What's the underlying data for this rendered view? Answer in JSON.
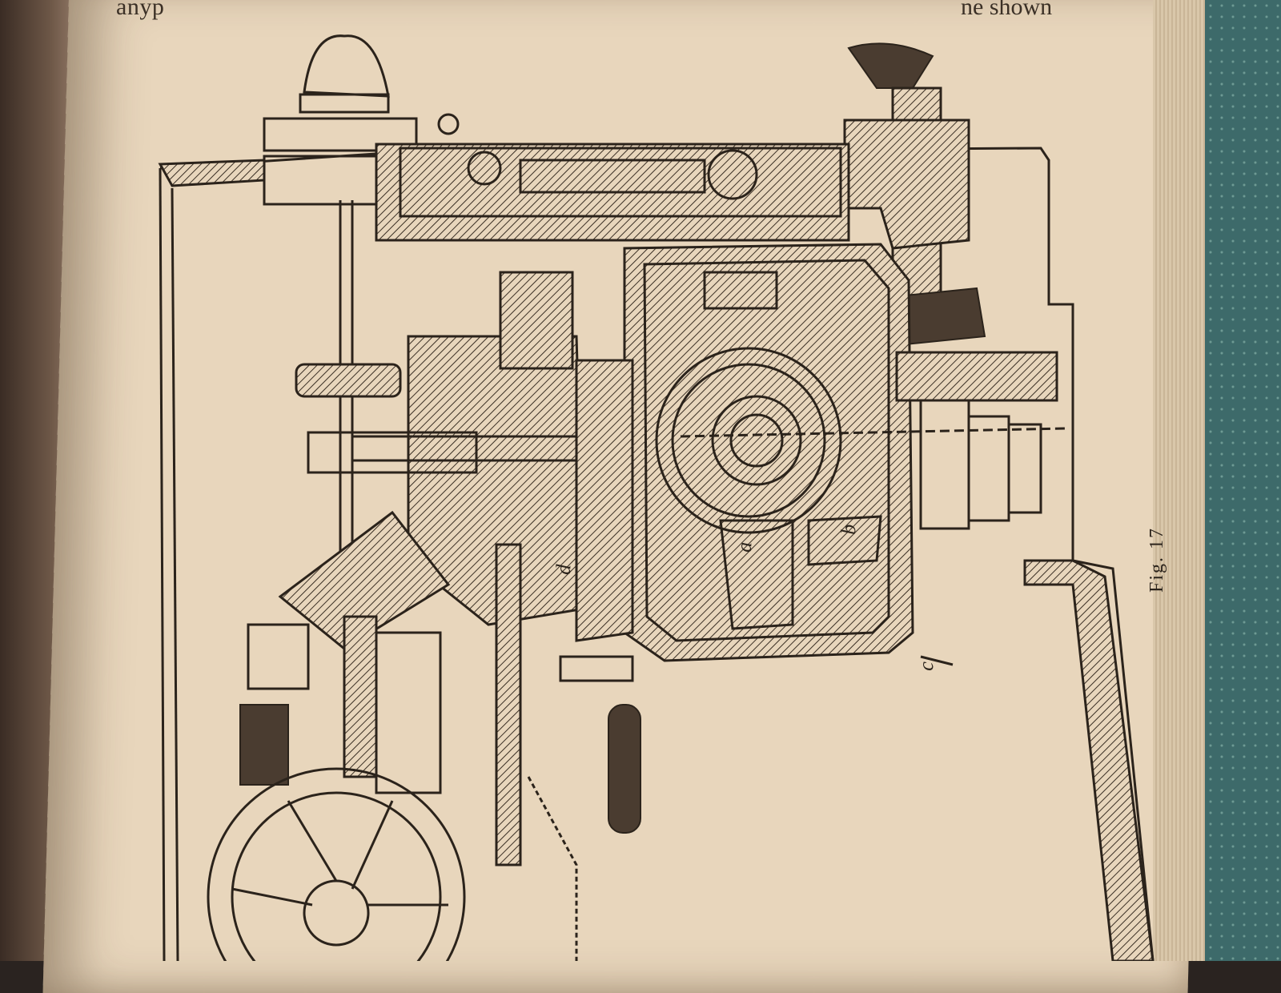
{
  "header": {
    "running_text_left": "anyp",
    "running_text_right": "ne shown"
  },
  "figure": {
    "caption": "Fig. 17",
    "part_labels": [
      "a",
      "b",
      "c",
      "d"
    ]
  }
}
